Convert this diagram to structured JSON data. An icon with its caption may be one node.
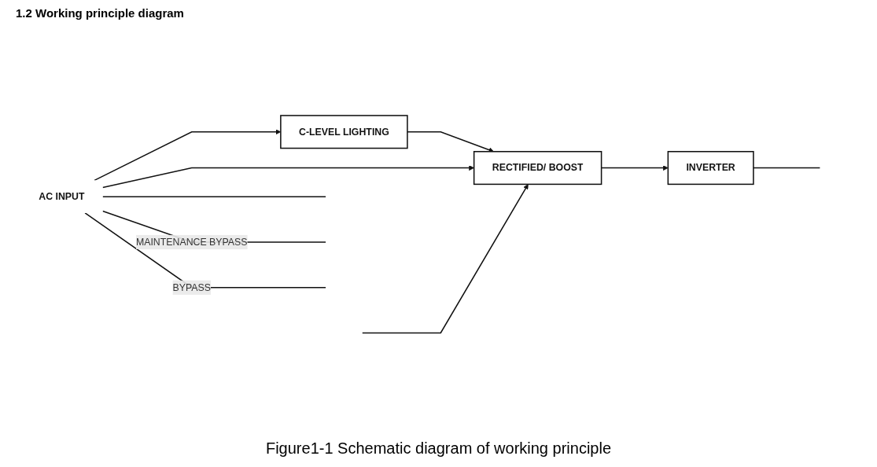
{
  "diagram": {
    "title": "1.2 Working principle diagram",
    "caption": "Figure1-1 Schematic diagram of working principle",
    "nodes": [
      {
        "text": [
          "AC INPUT"
        ]
      },
      {
        "text": [
          "C-LEVEL LIGHTING"
        ]
      },
      {
        "text": [
          "RECTIFIED/ BOOST"
        ]
      },
      {
        "text": [
          "INVERTER"
        ]
      }
    ],
    "edges": [
      {
        "from": 0,
        "to": 1,
        "arrow": "to"
      },
      {
        "from": 1,
        "to": 2,
        "arrow": "to"
      },
      {
        "from": 0,
        "to": 2,
        "arrow": "to"
      },
      {
        "from": 2,
        "to": 3,
        "arrow": "to"
      },
      {
        "from": null,
        "to": 2,
        "arrow": "to"
      },
      {
        "from": 3,
        "to": null,
        "arrow": "none"
      },
      {
        "from": 0,
        "to": null,
        "arrow": "none"
      },
      {
        "from": 0,
        "to": null,
        "arrow": "none",
        "label": "MAINTENANCE BYPASS"
      },
      {
        "from": 0,
        "to": null,
        "arrow": "none",
        "label": "BYPASS"
      }
    ]
  }
}
